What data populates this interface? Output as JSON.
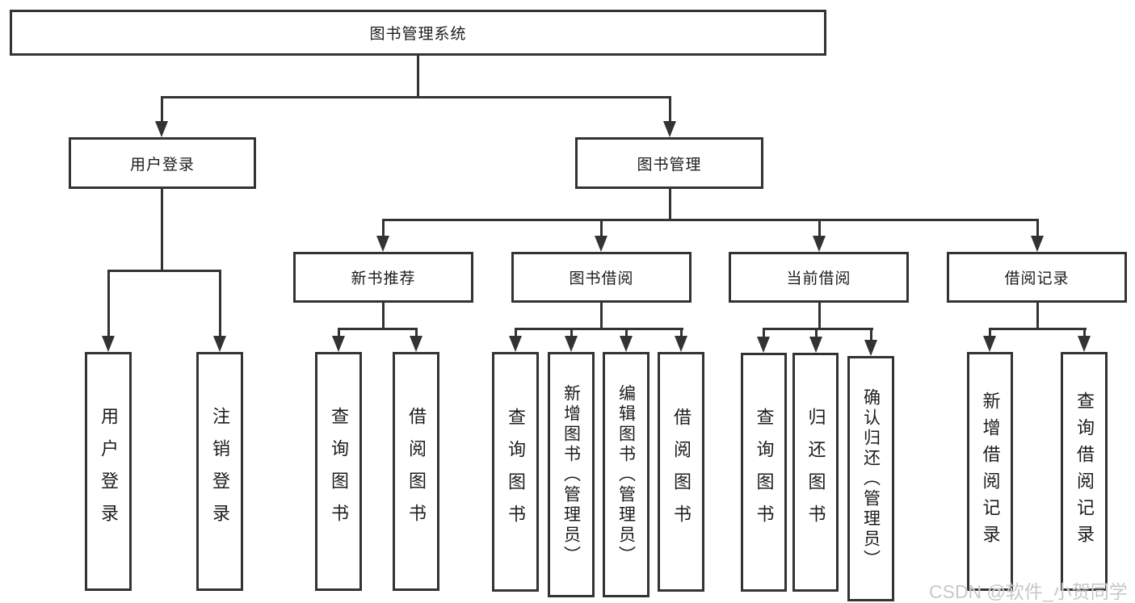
{
  "diagram": {
    "root": {
      "label": "图书管理系统",
      "children": [
        {
          "label": "用户登录",
          "children": [
            {
              "label": "用户登录"
            },
            {
              "label": "注销登录"
            }
          ]
        },
        {
          "label": "图书管理",
          "children": [
            {
              "label": "新书推荐",
              "children": [
                {
                  "label": "查询图书"
                },
                {
                  "label": "借阅图书"
                }
              ]
            },
            {
              "label": "图书借阅",
              "children": [
                {
                  "label": "查询图书"
                },
                {
                  "label": "新增图书（管理员）"
                },
                {
                  "label": "编辑图书（管理员）"
                },
                {
                  "label": "借阅图书"
                }
              ]
            },
            {
              "label": "当前借阅",
              "children": [
                {
                  "label": "查询图书"
                },
                {
                  "label": "归还图书"
                },
                {
                  "label": "确认归还（管理员）"
                }
              ]
            },
            {
              "label": "借阅记录",
              "children": [
                {
                  "label": "新增借阅记录"
                },
                {
                  "label": "查询借阅记录"
                }
              ]
            }
          ]
        }
      ]
    },
    "watermark": "CSDN @软件_小贺同学",
    "colors": {
      "line": "#333333",
      "box_fill": "#ffffff",
      "text": "#1c1c1c",
      "watermark": "#c8c8c8"
    }
  }
}
